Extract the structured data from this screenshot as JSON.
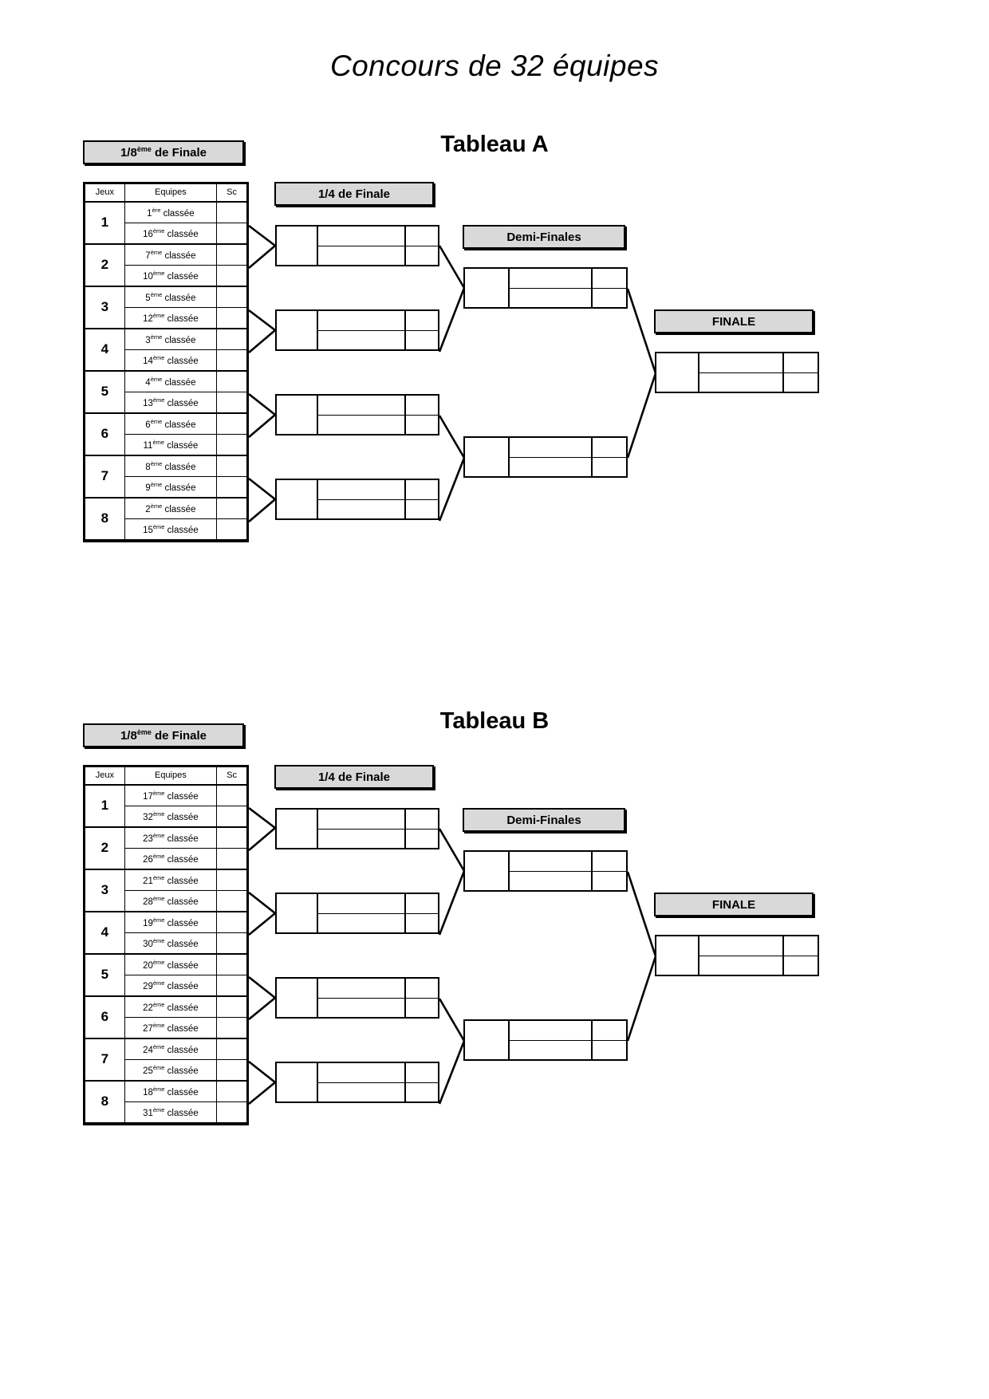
{
  "document": {
    "title": "Concours de 32 équipes"
  },
  "columns": {
    "jeux": "Jeux",
    "equipes": "Equipes",
    "sc": "Sc"
  },
  "round_labels": {
    "r16_prefix": "1/8",
    "r16_sup": "ème",
    "r16_suffix": " de Finale",
    "quarter": "1/4 de Finale",
    "semi": "Demi-Finales",
    "final": "FINALE"
  },
  "tableaux": [
    {
      "name": "Tableau A",
      "games": [
        {
          "num": "1",
          "teams": [
            {
              "rank": "1",
              "sup": "ère",
              "label": " classée"
            },
            {
              "rank": "16",
              "sup": "ème",
              "label": " classée"
            }
          ]
        },
        {
          "num": "2",
          "teams": [
            {
              "rank": "7",
              "sup": "ème",
              "label": " classée"
            },
            {
              "rank": "10",
              "sup": "ème",
              "label": " classée"
            }
          ]
        },
        {
          "num": "3",
          "teams": [
            {
              "rank": "5",
              "sup": "ème",
              "label": " classée"
            },
            {
              "rank": "12",
              "sup": "ème",
              "label": " classée"
            }
          ]
        },
        {
          "num": "4",
          "teams": [
            {
              "rank": "3",
              "sup": "ème",
              "label": " classée"
            },
            {
              "rank": "14",
              "sup": "ème",
              "label": " classée"
            }
          ]
        },
        {
          "num": "5",
          "teams": [
            {
              "rank": "4",
              "sup": "ème",
              "label": " classée"
            },
            {
              "rank": "13",
              "sup": "ème",
              "label": " classée"
            }
          ]
        },
        {
          "num": "6",
          "teams": [
            {
              "rank": "6",
              "sup": "ème",
              "label": " classée"
            },
            {
              "rank": "11",
              "sup": "ème",
              "label": " classée"
            }
          ]
        },
        {
          "num": "7",
          "teams": [
            {
              "rank": "8",
              "sup": "ème",
              "label": " classée"
            },
            {
              "rank": "9",
              "sup": "ème",
              "label": " classée"
            }
          ]
        },
        {
          "num": "8",
          "teams": [
            {
              "rank": "2",
              "sup": "ème",
              "label": " classée"
            },
            {
              "rank": "15",
              "sup": "ème",
              "label": " classée"
            }
          ]
        }
      ],
      "quarters": [
        "",
        "",
        "",
        ""
      ],
      "semis": [
        "",
        ""
      ],
      "final": ""
    },
    {
      "name": "Tableau B",
      "games": [
        {
          "num": "1",
          "teams": [
            {
              "rank": "17",
              "sup": "ème",
              "label": " classée"
            },
            {
              "rank": "32",
              "sup": "ème",
              "label": " classée"
            }
          ]
        },
        {
          "num": "2",
          "teams": [
            {
              "rank": "23",
              "sup": "ème",
              "label": " classée"
            },
            {
              "rank": "26",
              "sup": "ème",
              "label": " classée"
            }
          ]
        },
        {
          "num": "3",
          "teams": [
            {
              "rank": "21",
              "sup": "ème",
              "label": " classée"
            },
            {
              "rank": "28",
              "sup": "ème",
              "label": " classée"
            }
          ]
        },
        {
          "num": "4",
          "teams": [
            {
              "rank": "19",
              "sup": "ème",
              "label": " classée"
            },
            {
              "rank": "30",
              "sup": "ème",
              "label": " classée"
            }
          ]
        },
        {
          "num": "5",
          "teams": [
            {
              "rank": "20",
              "sup": "ème",
              "label": " classée"
            },
            {
              "rank": "29",
              "sup": "ème",
              "label": " classée"
            }
          ]
        },
        {
          "num": "6",
          "teams": [
            {
              "rank": "22",
              "sup": "ème",
              "label": " classée"
            },
            {
              "rank": "27",
              "sup": "ème",
              "label": " classée"
            }
          ]
        },
        {
          "num": "7",
          "teams": [
            {
              "rank": "24",
              "sup": "ème",
              "label": " classée"
            },
            {
              "rank": "25",
              "sup": "ème",
              "label": " classée"
            }
          ]
        },
        {
          "num": "8",
          "teams": [
            {
              "rank": "18",
              "sup": "ème",
              "label": " classée"
            },
            {
              "rank": "31",
              "sup": "ème",
              "label": " classée"
            }
          ]
        }
      ],
      "quarters": [
        "",
        "",
        "",
        ""
      ],
      "semis": [
        "",
        ""
      ],
      "final": ""
    }
  ],
  "colors": {
    "banner_fill": "#d9d9d9",
    "line": "#000000",
    "page_background": "#ffffff"
  }
}
